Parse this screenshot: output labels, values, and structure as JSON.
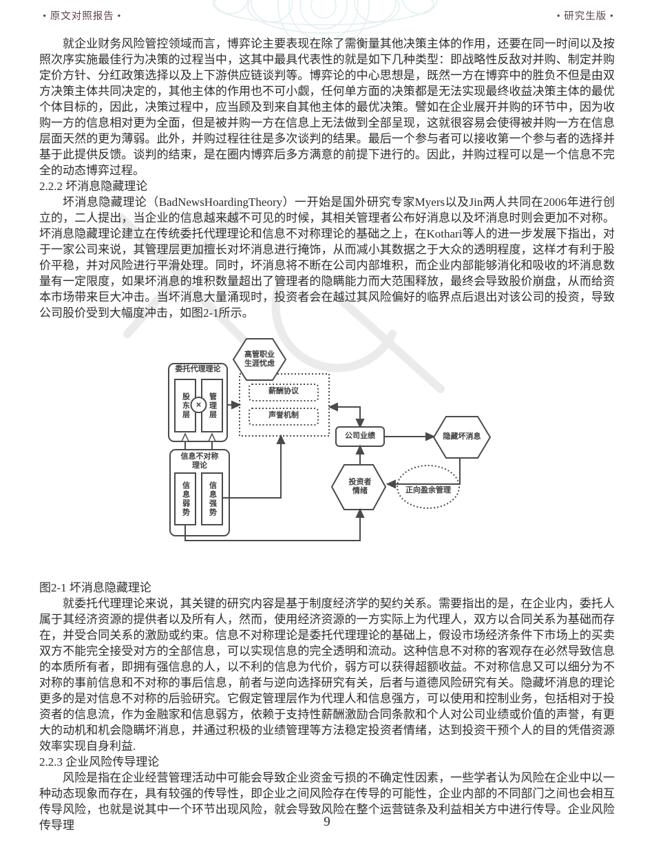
{
  "colors": {
    "header_text": "#5d4545",
    "body_text": "#2d2d2d",
    "diagram_stroke": "#4a4a4a"
  },
  "header": {
    "left": "• 原文对照报告 •",
    "right": "• 研究生版 •"
  },
  "content": {
    "para1": "就企业财务风险管控领域而言，博弈论主要表现在除了需衡量其他决策主体的作用，还要在同一时间以及按照次序实施最佳行为决策的过程当中，这其中最具代表性的就是如下几种类型：即战略性反敌对并购、制定并购定价方针、分红政策选择以及上下游供应链谈判等。博弈论的中心思想是，既然一方在博弈中的胜负不但是由双方决策主体共同决定的，其他主体的作用也不可小觑，任何单方面的决策都是无法实现最终收益决策主体的最优个体目标的，因此，决策过程中，应当顾及到来自其他主体的最优决策。譬如在企业展开并购的环节中，因为收购一方的信息相对更为全面，但是被并购一方在信息上无法做到全部呈现，这就很容易会使得被并购一方在信息层面天然的更为薄弱。此外，并购过程往往是多次谈判的结果。最后一个参与者可以接收第一个参与者的选择并基于此提供反馈。谈判的结束，是在圈内博弈后多方满意的前提下进行的。因此，并购过程可以是一个信息不完全的动态博弈过程。",
    "heading_222": "2.2.2 坏消息隐藏理论",
    "para2": "坏消息隐藏理论（BadNewsHoardingTheory）一开始是国外研究专家Myers以及Jin两人共同在2006年进行创立的，二人提出，当企业的信息越来越不可见的时候，其相关管理者公布好消息以及坏消息时则会更加不对称。坏消息隐藏理论建立在传统委托代理理论和信息不对称理论的基础之上，在Kothari等人的进一步发展下指出，对于一家公司来说，其管理层更加擅长对坏消息进行掩饰，从而减小其数据之于大众的透明程度，这样才有利于股价平稳，并对风险进行平滑处理。同时，坏消息将不断在公司内部堆积，而企业内部能够消化和吸收的坏消息数量有一定限度，如果坏消息的堆积数量超出了管理者的隐瞒能力而大范围释放，最终会导致股价崩盘，从而给资本市场带来巨大冲击。当坏消息大量涌现时，投资者会在越过其风险偏好的临界点后退出对该公司的投资，导致公司股价受到大幅度冲击，如图2-1所示。",
    "figure_caption": "图2-1 坏消息隐藏理论",
    "para3": "就委托代理理论来说，其关键的研究内容是基于制度经济学的契约关系。需要指出的是，在企业内，委托人属于其经济资源的提供者以及所有人，然而，使用经济资源的一方实际上为代理人，双方以合同关系为基础而存在，并受合同关系的激励或约束。信息不对称理论是委托代理理论的基础上，假设市场经济条件下市场上的买卖双方不能完全接受对方的全部信息，可以实现信息的完全透明和流动。这种信息不对称的客观存在必然导致信息的本质所有者，即拥有强信息的人，以不利的信息为代价，弱方可以获得超额收益。不对称信息又可以细分为不对称的事前信息和不对称的事后信息，前者与逆向选择研究有关，后者与道德风险研究有关。隐藏坏消息的理论更多的是对信息不对称的后验研究。它假定管理层作为代理人和信息强方，可以使用和控制业务，包括相对于投资者的信息流，作为金融家和信息弱方，依赖于支持性薪酬激励合同条款和个人对公司业绩或价值的声誉，有更大的动机和机会隐瞒坏消息，并通过积极的业绩管理等方法稳定投资者情绪，达到投资干预个人的目的凭借资源效率实现自身利益.",
    "heading_223": "2.2.3 企业风险传导理论",
    "para4": "风险是指在企业经营管理活动中可能会导致企业资金亏损的不确定性因素，一些学者认为风险在企业中以一种动态现象而存在，具有较强的传导性，即企业之间风险存在传导的可能性，企业内部的不同部门之间也会相互传导风险，也就是说其中一个环节出现风险，就会导致风险在整个运营链条及利益相关方中进行传导。企业风险传导理"
  },
  "figure": {
    "agency_box_title": "委托代理理论",
    "shareholders": "股东层",
    "managers": "管理层",
    "conflict_mark": "×",
    "career_concern": "高管职业\n生涯忧虑",
    "salary_agreement": "薪酬协议",
    "reputation_mechanism": "声誉机制",
    "info_asymmetry_title": "信息不对称\n理论",
    "info_weak": "信息弱势",
    "info_strong": "信息强势",
    "company_performance": "公司业绩",
    "hide_bad_news": "隐藏坏消息",
    "investor_sentiment": "投资者\n情绪",
    "positive_earnings_mgmt": "正向盈余管理"
  },
  "footer": {
    "page_number": "9"
  }
}
